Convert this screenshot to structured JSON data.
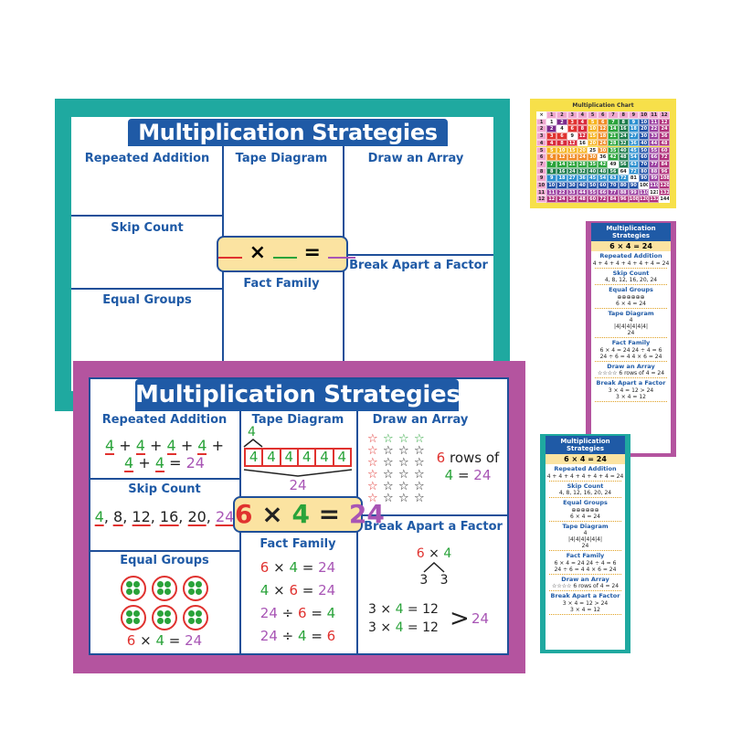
{
  "colors": {
    "teal": "#1fa9a0",
    "magenta": "#b4549f",
    "blue": "#1f5aa6",
    "red": "#e0322f",
    "green": "#2aa33a",
    "purple": "#a855b5",
    "yellow": "#f7e04a",
    "badge": "#fbe3a1"
  },
  "upper_board": {
    "title": "Multiplication Strategies",
    "headings": {
      "repeated_addition": "Repeated Addition",
      "tape_diagram": "Tape Diagram",
      "draw_array": "Draw an Array",
      "skip_count": "Skip Count",
      "equal_groups": "Equal Groups",
      "fact_family": "Fact Family",
      "break_apart": "Break Apart a Factor"
    },
    "badge": {
      "times": "×",
      "equals": "="
    }
  },
  "lower_board": {
    "title": "Multiplication Strategies",
    "headings": {
      "repeated_addition": "Repeated Addition",
      "tape_diagram": "Tape Diagram",
      "draw_array": "Draw an Array",
      "skip_count": "Skip Count",
      "equal_groups": "Equal Groups",
      "fact_family": "Fact Family",
      "break_apart": "Break Apart a Factor"
    },
    "repeated_addition": [
      [
        [
          "4",
          "gu"
        ],
        [
          " + ",
          "k"
        ],
        [
          "4",
          "gu"
        ],
        [
          " + ",
          "k"
        ],
        [
          "4",
          "gu"
        ],
        [
          " + ",
          "k"
        ],
        [
          "4",
          "gu"
        ],
        [
          " +",
          "k"
        ]
      ],
      [
        [
          "4",
          "gu"
        ],
        [
          " + ",
          "k"
        ],
        [
          "4",
          "gu"
        ],
        [
          " = ",
          "k"
        ],
        [
          "24",
          "p"
        ]
      ]
    ],
    "skip_count": [
      [
        [
          "4",
          "gu"
        ],
        [
          ", ",
          "k"
        ],
        [
          "8",
          "ku"
        ],
        [
          ", ",
          "k"
        ],
        [
          "12",
          "ku"
        ],
        [
          ", ",
          "k"
        ],
        [
          "16",
          "ku"
        ],
        [
          ", ",
          "k"
        ],
        [
          "20",
          "ku"
        ],
        [
          ", ",
          "k"
        ],
        [
          "24",
          "pu"
        ]
      ]
    ],
    "equal_groups_eq": [
      [
        [
          "6",
          "r"
        ],
        [
          " × ",
          "k"
        ],
        [
          "4",
          "g"
        ],
        [
          " = ",
          "k"
        ],
        [
          "24",
          "p"
        ]
      ]
    ],
    "tape": {
      "top": "4",
      "cells": [
        "4",
        "4",
        "4",
        "4",
        "4",
        "4"
      ],
      "total": "24"
    },
    "badge": [
      [
        "6",
        "r"
      ],
      [
        " × ",
        "k"
      ],
      [
        "4",
        "g"
      ],
      [
        " = ",
        "k"
      ],
      [
        "24",
        "p"
      ]
    ],
    "fact_family": [
      [
        [
          "6",
          "r"
        ],
        [
          " × ",
          "k"
        ],
        [
          "4",
          "g"
        ],
        [
          " = ",
          "k"
        ],
        [
          "24",
          "p"
        ]
      ],
      [
        [
          "4",
          "g"
        ],
        [
          " × ",
          "k"
        ],
        [
          "6",
          "r"
        ],
        [
          " = ",
          "k"
        ],
        [
          "24",
          "p"
        ]
      ],
      [
        [
          "24",
          "p"
        ],
        [
          " ÷ ",
          "k"
        ],
        [
          "6",
          "r"
        ],
        [
          " = ",
          "k"
        ],
        [
          "4",
          "g"
        ]
      ],
      [
        [
          "24",
          "p"
        ],
        [
          " ÷ ",
          "k"
        ],
        [
          "4",
          "g"
        ],
        [
          " = ",
          "k"
        ],
        [
          "6",
          "r"
        ]
      ]
    ],
    "array": {
      "star": "☆",
      "line1": [
        [
          "6",
          "r"
        ],
        [
          " rows of",
          "k"
        ]
      ],
      "line2": [
        [
          "4",
          "g"
        ],
        [
          " = ",
          "k"
        ],
        [
          "24",
          "p"
        ]
      ]
    },
    "break_apart": {
      "top": [
        [
          "6",
          "r"
        ],
        [
          " × ",
          "k"
        ],
        [
          "4",
          "g"
        ]
      ],
      "split": "3   3",
      "eq1": [
        [
          "3",
          "k"
        ],
        [
          " × ",
          "k"
        ],
        [
          "4",
          "g"
        ],
        [
          " = 12",
          "k"
        ]
      ],
      "eq2": [
        [
          "3",
          "k"
        ],
        [
          " × ",
          "k"
        ],
        [
          "4",
          "g"
        ],
        [
          " = 12",
          "k"
        ]
      ],
      "arrow": ">",
      "total": "24"
    }
  },
  "multiplication_chart": {
    "title": "Multiplication Chart",
    "corner": "×",
    "headers": [
      "1",
      "2",
      "3",
      "4",
      "5",
      "6",
      "7",
      "8",
      "9",
      "10",
      "11",
      "12"
    ],
    "rows": [
      [
        1,
        2,
        3,
        4,
        5,
        6,
        7,
        8,
        9,
        10,
        11,
        12
      ],
      [
        2,
        4,
        6,
        8,
        10,
        12,
        14,
        16,
        18,
        20,
        22,
        24
      ],
      [
        3,
        6,
        9,
        12,
        15,
        18,
        21,
        24,
        27,
        30,
        33,
        36
      ],
      [
        4,
        8,
        12,
        16,
        20,
        24,
        28,
        32,
        36,
        40,
        44,
        48
      ],
      [
        5,
        10,
        15,
        20,
        25,
        30,
        35,
        40,
        45,
        50,
        55,
        60
      ],
      [
        6,
        12,
        18,
        24,
        30,
        36,
        42,
        48,
        54,
        60,
        66,
        72
      ],
      [
        7,
        14,
        21,
        28,
        35,
        42,
        49,
        56,
        63,
        70,
        77,
        84
      ],
      [
        8,
        16,
        24,
        32,
        40,
        48,
        56,
        64,
        72,
        80,
        88,
        96
      ],
      [
        9,
        18,
        27,
        36,
        45,
        54,
        63,
        72,
        81,
        90,
        99,
        108
      ],
      [
        10,
        20,
        30,
        40,
        50,
        60,
        70,
        80,
        90,
        100,
        110,
        120
      ],
      [
        11,
        22,
        33,
        44,
        55,
        66,
        77,
        88,
        99,
        110,
        121,
        132
      ],
      [
        12,
        24,
        36,
        48,
        60,
        72,
        84,
        96,
        108,
        120,
        132,
        144
      ]
    ],
    "row_colors": [
      "#ffffff",
      "#7a2a8c",
      "#e0322f",
      "#d8283a",
      "#f5b21e",
      "#f08a24",
      "#2aa33a",
      "#1a7a4a",
      "#2a8fd0",
      "#1f4fa6",
      "#9a3fa0",
      "#b0307a"
    ]
  },
  "bookmark": {
    "title": "Multiplication Strategies",
    "banner": "6 × 4 = 24",
    "sections": [
      {
        "heading": "Repeated Addition",
        "lines": [
          "4 + 4 + 4 + 4 + 4 + 4 = 24"
        ]
      },
      {
        "heading": "Skip Count",
        "lines": [
          "4, 8, 12, 16, 20, 24"
        ]
      },
      {
        "heading": "Equal Groups",
        "lines": [
          "⊕⊕⊕⊕⊕⊕",
          "6 × 4 = 24"
        ]
      },
      {
        "heading": "Tape Diagram",
        "lines": [
          "4",
          "|4|4|4|4|4|4|",
          "24"
        ]
      },
      {
        "heading": "Fact Family",
        "lines": [
          "6 × 4 = 24    24 ÷ 4 = 6",
          "24 ÷ 6 = 4    4 × 6 = 24"
        ]
      },
      {
        "heading": "Draw an Array",
        "lines": [
          "☆☆☆☆  6 rows of 4 = 24"
        ]
      },
      {
        "heading": "Break Apart a Factor",
        "lines": [
          "3 × 4 = 12 > 24",
          "3 × 4 = 12"
        ]
      }
    ]
  }
}
